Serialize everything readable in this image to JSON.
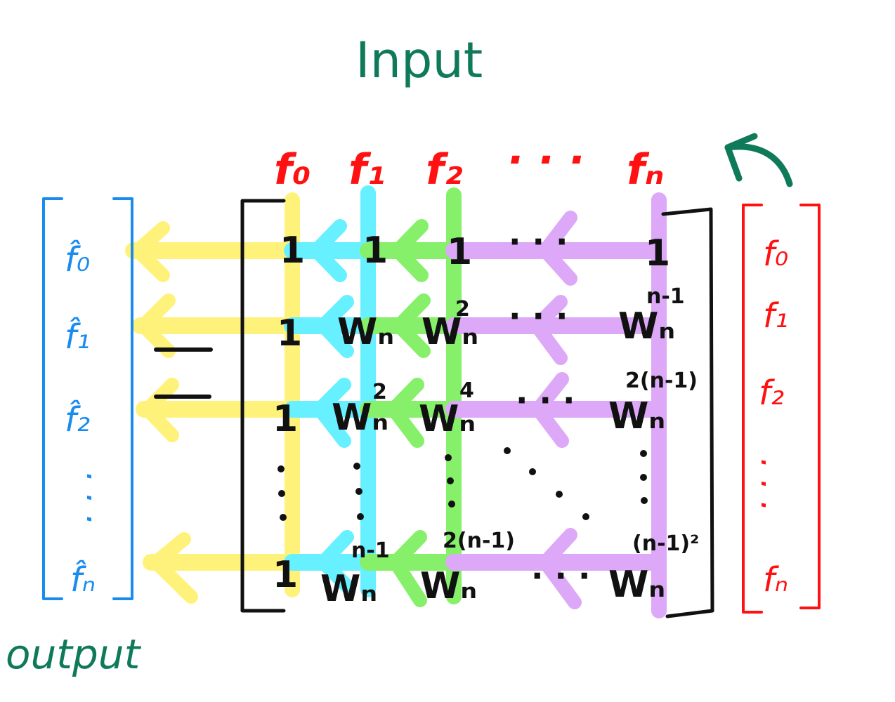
{
  "labels": {
    "input": "Input",
    "output": "output"
  },
  "input_header": [
    "f₀",
    "f₁",
    "f₂",
    "· · ·",
    "fₙ"
  ],
  "input_vector": [
    "f₀",
    "f₁",
    "f₂",
    "· · ·",
    "fₙ"
  ],
  "output_vector": [
    "f̂₀",
    "f̂₁",
    "f̂₂",
    "· · ·",
    "f̂ₙ"
  ],
  "matrix": [
    [
      "1",
      "1",
      "1",
      "· · ·",
      "1"
    ],
    [
      "1",
      "Wₙ",
      "Wₙ",
      "· · ·",
      "Wₙ"
    ],
    [
      "1",
      "Wₙ",
      "Wₙ",
      "· · ·",
      "Wₙ"
    ],
    [
      "1",
      "Wₙ",
      "Wₙ",
      "· · ·",
      "Wₙ"
    ]
  ],
  "matrix_exponents": [
    [
      "",
      "",
      "",
      "",
      ""
    ],
    [
      "",
      "",
      "2",
      "",
      "n-1"
    ],
    [
      "",
      "2",
      "4",
      "",
      "2(n-1)"
    ],
    [
      "",
      "n-1",
      "2(n-1)",
      "",
      "(n-1)²"
    ]
  ],
  "colors": {
    "title_green": "#0f7a5a",
    "input_red": "#ff1111",
    "output_blue": "#1a8cf0",
    "matrix_black": "#111111",
    "band_yellow": "#fff27a",
    "band_cyan": "#67f0ff",
    "band_green": "#86f06a",
    "band_purple": "#dca8f7"
  },
  "icons": {
    "curved_arrow": "curved-arrow-icon"
  }
}
